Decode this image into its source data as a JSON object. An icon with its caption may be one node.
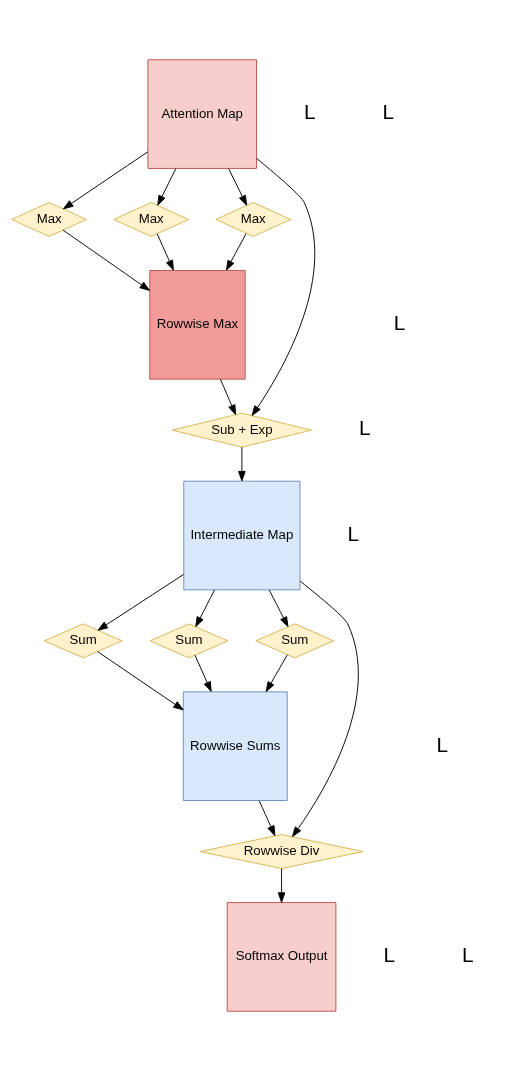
{
  "diagram": {
    "nodes": [
      {
        "text": [
          "Attention Map"
        ]
      },
      {
        "text": [
          "Max"
        ]
      },
      {
        "text": [
          "Max"
        ]
      },
      {
        "text": [
          "Max"
        ]
      },
      {
        "text": [
          "Rowwise Max"
        ]
      },
      {
        "text": [
          "Sub + Exp"
        ]
      },
      {
        "text": [
          "Intermediate Map"
        ]
      },
      {
        "text": [
          "Sum"
        ]
      },
      {
        "text": [
          "Sum"
        ]
      },
      {
        "text": [
          "Sum"
        ]
      },
      {
        "text": [
          "Rowwise Sums"
        ]
      },
      {
        "text": [
          "Rowwise Div"
        ]
      },
      {
        "text": [
          "Softmax Output"
        ]
      }
    ],
    "edges": [
      {
        "from": 0,
        "to": 1,
        "arrow": "to"
      },
      {
        "from": 0,
        "to": 2,
        "arrow": "to"
      },
      {
        "from": 0,
        "to": 3,
        "arrow": "to"
      },
      {
        "from": 1,
        "to": 4,
        "arrow": "to"
      },
      {
        "from": 2,
        "to": 4,
        "arrow": "to"
      },
      {
        "from": 3,
        "to": 4,
        "arrow": "to"
      },
      {
        "from": 0,
        "to": 5,
        "arrow": "to"
      },
      {
        "from": 4,
        "to": 5,
        "arrow": "to"
      },
      {
        "from": 5,
        "to": 6,
        "arrow": "to"
      },
      {
        "from": 6,
        "to": 7,
        "arrow": "to"
      },
      {
        "from": 6,
        "to": 8,
        "arrow": "to"
      },
      {
        "from": 6,
        "to": 9,
        "arrow": "to"
      },
      {
        "from": 7,
        "to": 10,
        "arrow": "to"
      },
      {
        "from": 8,
        "to": 10,
        "arrow": "to"
      },
      {
        "from": 9,
        "to": 10,
        "arrow": "to"
      },
      {
        "from": 6,
        "to": 11,
        "arrow": "to"
      },
      {
        "from": 10,
        "to": 11,
        "arrow": "to"
      },
      {
        "from": 11,
        "to": 12,
        "arrow": "to"
      }
    ],
    "labels": [
      "L",
      "L",
      "L",
      "L",
      "L",
      "L",
      "L",
      "L"
    ]
  }
}
